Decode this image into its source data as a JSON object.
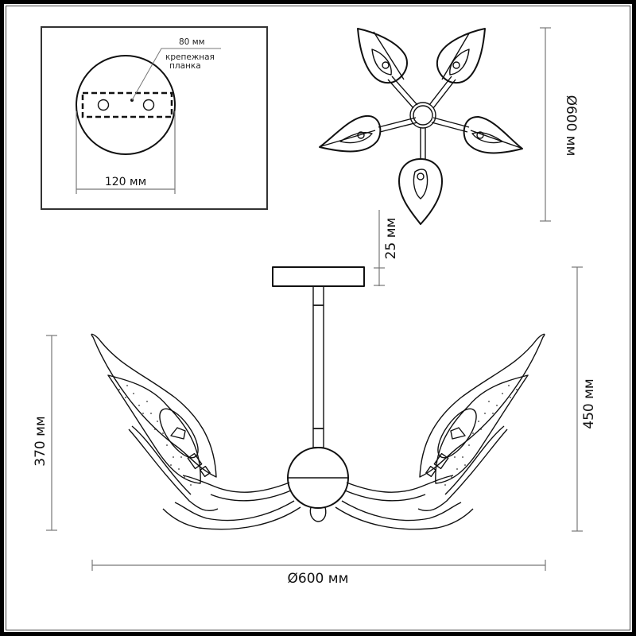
{
  "canopy_detail": {
    "plate_width_label": "80 мм",
    "plate_name_line1": "крепежная",
    "plate_name_line2": "планка",
    "canopy_diameter_label": "120 мм"
  },
  "top_view": {
    "diameter_label": "Ø600 мм",
    "arms": 5
  },
  "side_view": {
    "canopy_height_label": "25 мм",
    "total_height_label": "450 мм",
    "shade_height_label": "370 мм",
    "width_label": "Ø600 мм"
  },
  "colors": {
    "line": "#111111",
    "dimension": "#777777",
    "background": "#ffffff"
  }
}
